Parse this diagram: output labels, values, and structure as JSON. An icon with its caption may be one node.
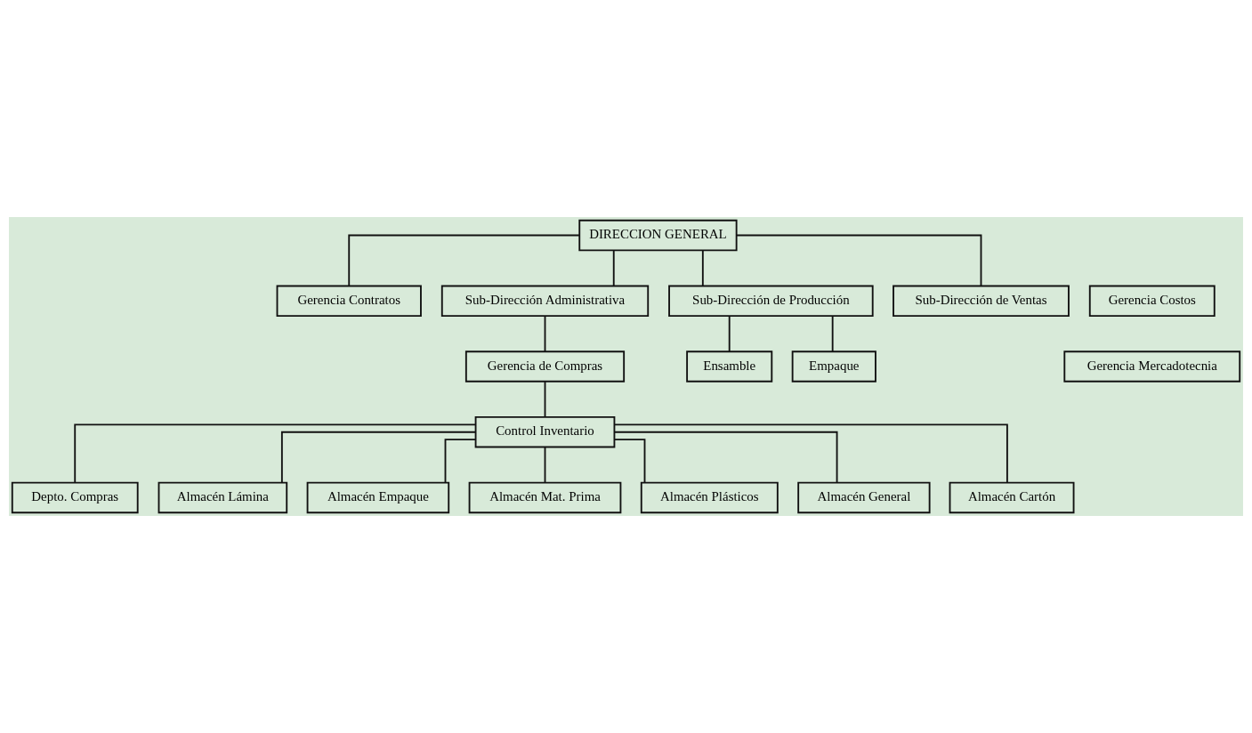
{
  "diagram": {
    "nodes": [
      {
        "text": [
          "DIRECCION GENERAL"
        ]
      },
      {
        "text": [
          "Gerencia Contratos"
        ]
      },
      {
        "text": [
          "Gerencia Costos"
        ]
      },
      {
        "text": [
          "Sub-Dirección Administrativa"
        ]
      },
      {
        "text": [
          "Sub-Dirección de Producción"
        ]
      },
      {
        "text": [
          "Sub-Dirección de Ventas"
        ]
      },
      {
        "text": [
          "Gerencia de Compras"
        ]
      },
      {
        "text": [
          "Ensamble"
        ]
      },
      {
        "text": [
          "Empaque"
        ]
      },
      {
        "text": [
          "Gerencia Mercadotecnia"
        ]
      },
      {
        "text": [
          "Control Inventario"
        ]
      },
      {
        "text": [
          "Depto. Compras"
        ]
      },
      {
        "text": [
          "Almacén Lámina"
        ]
      },
      {
        "text": [
          "Almacén Empaque"
        ]
      },
      {
        "text": [
          "Almacén Mat. Prima"
        ]
      },
      {
        "text": [
          "Almacén Plásticos"
        ]
      },
      {
        "text": [
          "Almacén General"
        ]
      },
      {
        "text": [
          "Almacén Cartón"
        ]
      }
    ],
    "edges": [
      {
        "from": 0,
        "to": 1,
        "arrow": "none"
      },
      {
        "from": 0,
        "to": 3,
        "arrow": "none"
      },
      {
        "from": 0,
        "to": 4,
        "arrow": "none"
      },
      {
        "from": 0,
        "to": 5,
        "arrow": "none"
      },
      {
        "from": 3,
        "to": 6,
        "arrow": "none"
      },
      {
        "from": 4,
        "to": 7,
        "arrow": "none"
      },
      {
        "from": 4,
        "to": 8,
        "arrow": "none"
      },
      {
        "from": 6,
        "to": 10,
        "arrow": "none"
      },
      {
        "from": 10,
        "to": 11,
        "arrow": "none"
      },
      {
        "from": 10,
        "to": 12,
        "arrow": "none"
      },
      {
        "from": 10,
        "to": 13,
        "arrow": "none"
      },
      {
        "from": 10,
        "to": 14,
        "arrow": "none"
      },
      {
        "from": 10,
        "to": 15,
        "arrow": "none"
      },
      {
        "from": 10,
        "to": 16,
        "arrow": "none"
      },
      {
        "from": 10,
        "to": 17,
        "arrow": "none"
      }
    ]
  }
}
